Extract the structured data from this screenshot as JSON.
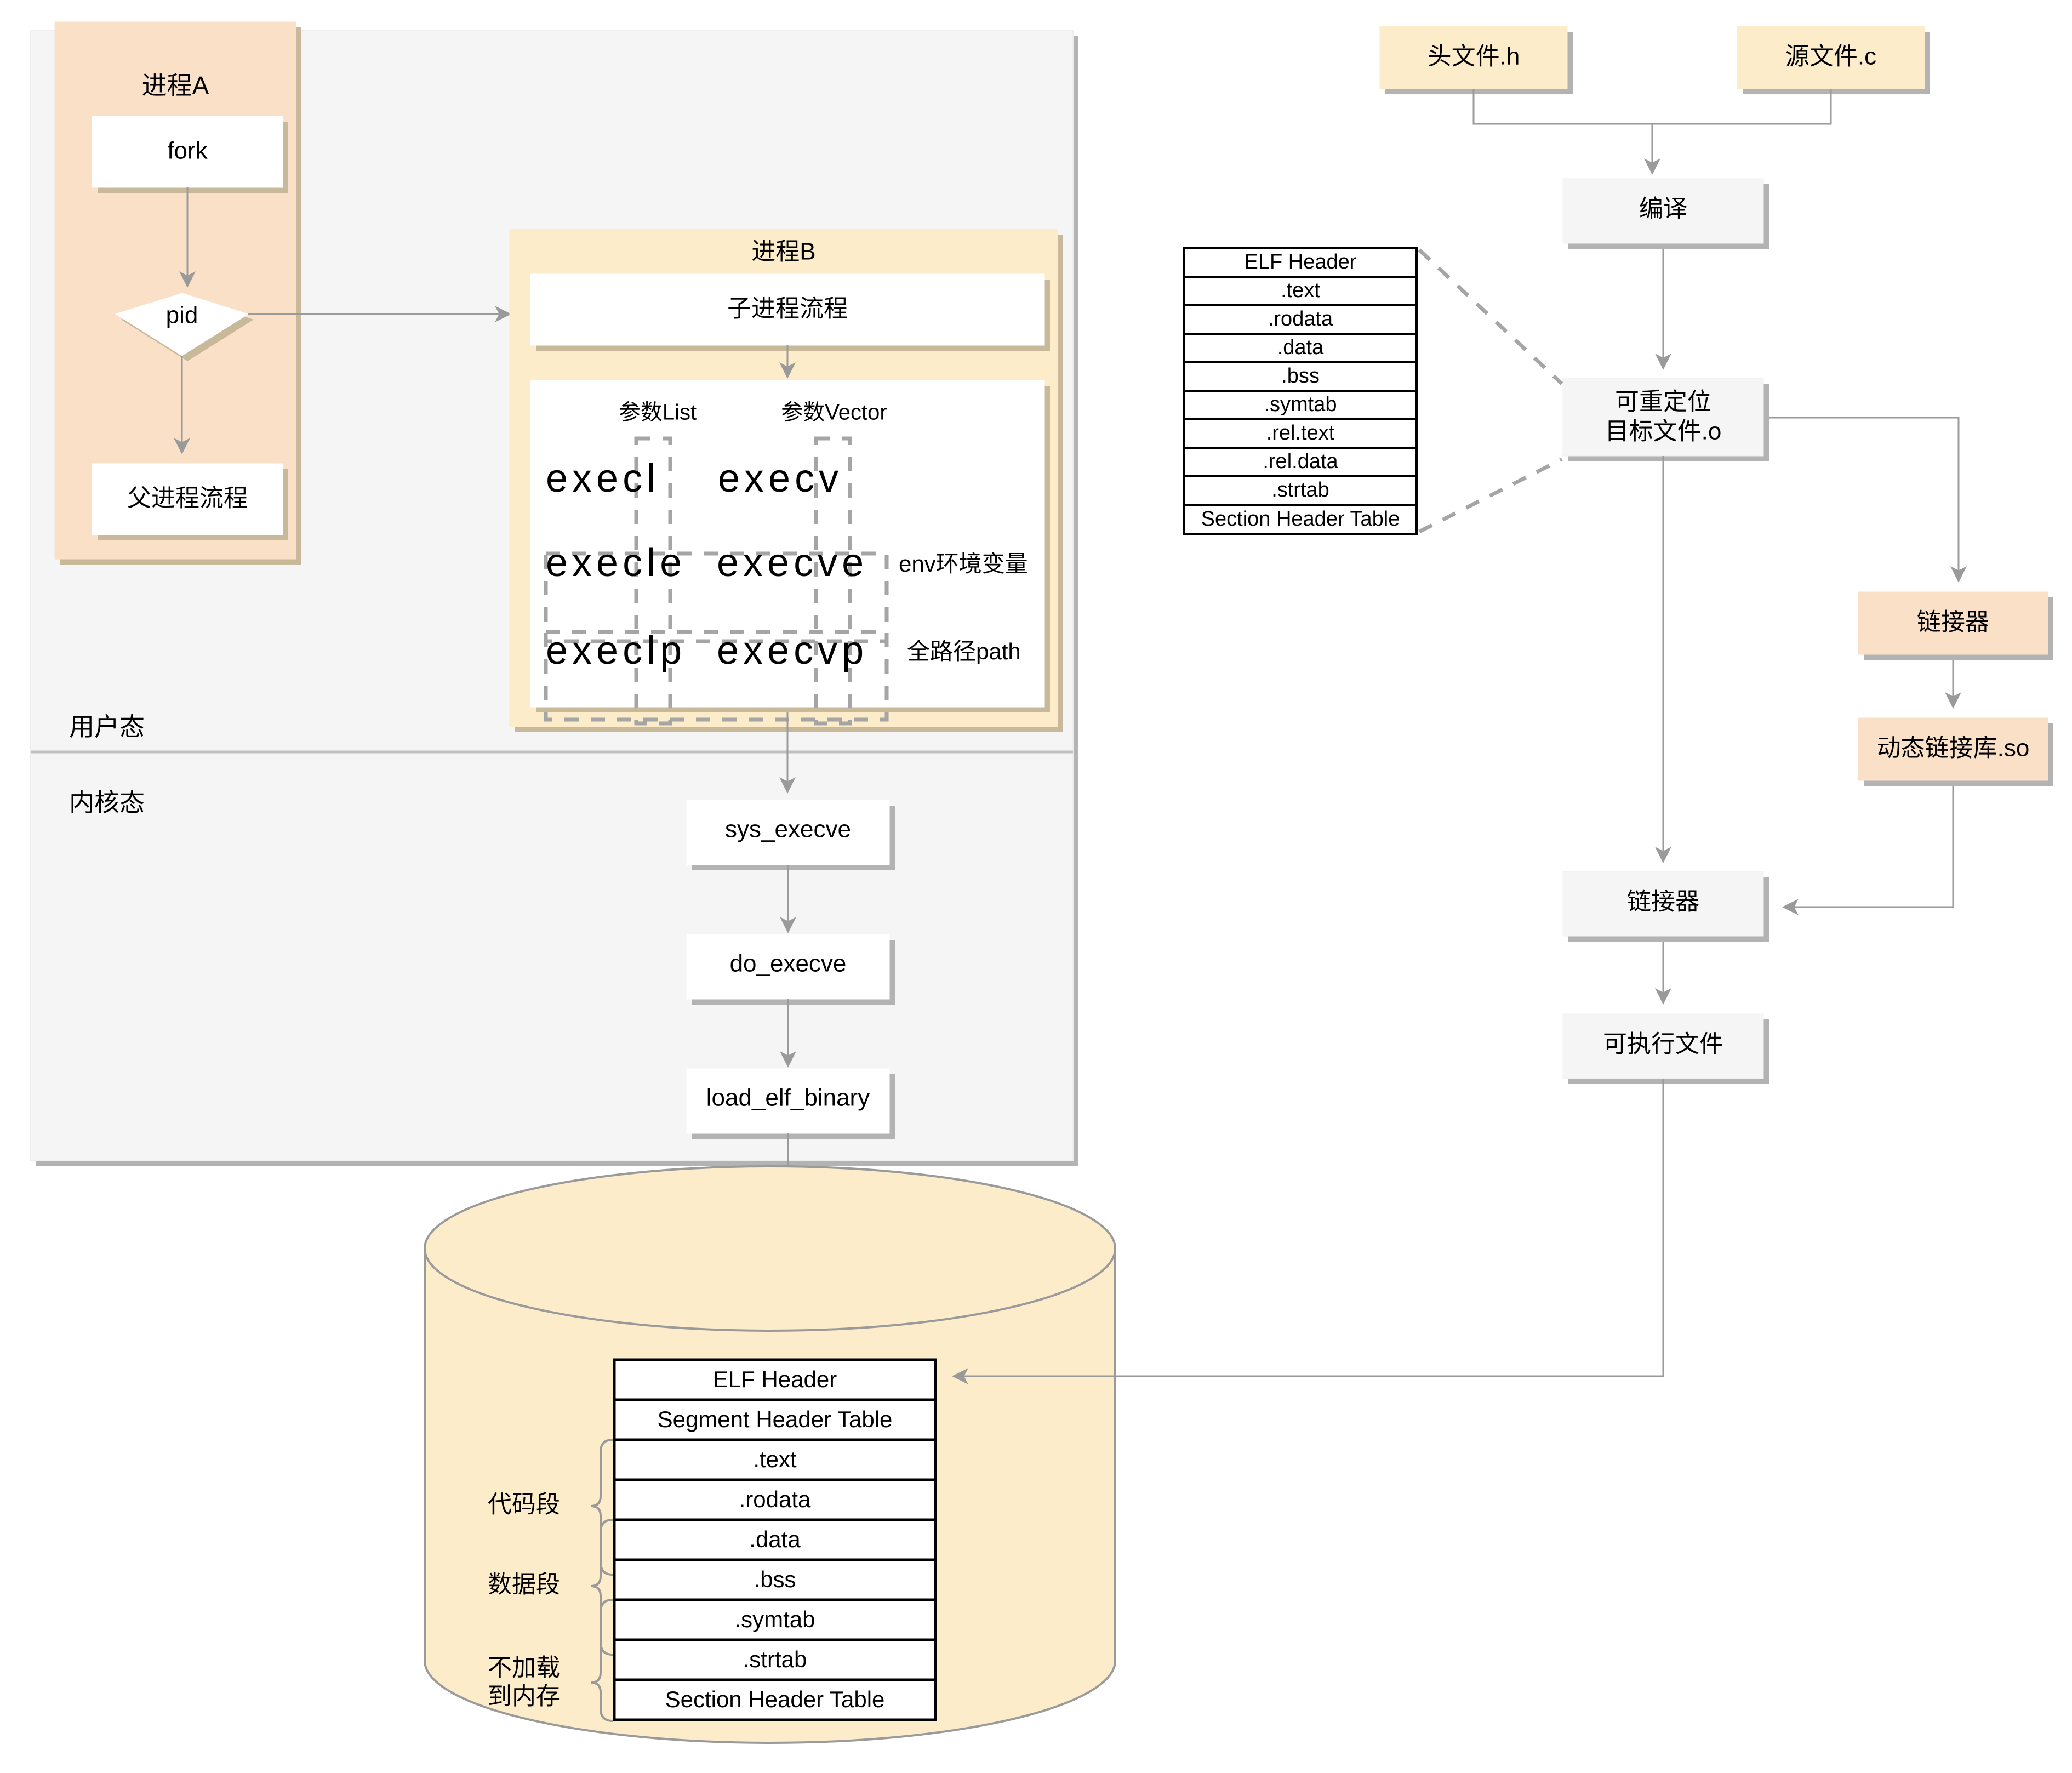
{
  "user_kernel": {
    "user_mode_label": "用户态",
    "kernel_mode_label": "内核态"
  },
  "process_a": {
    "title": "进程A",
    "fork_label": "fork",
    "pid_label": "pid",
    "parent_flow_label": "父进程流程"
  },
  "process_b": {
    "title": "进程B",
    "child_flow_label": "子进程流程",
    "arg_list_label": "参数List",
    "arg_vector_label": "参数Vector",
    "exec_rows": [
      {
        "list": "execl",
        "vector": "execv",
        "note": ""
      },
      {
        "list": "execle",
        "vector": "execve",
        "note": "env环境变量"
      },
      {
        "list": "execlp",
        "vector": "execvp",
        "note": "全路径path"
      }
    ]
  },
  "kernel_chain": [
    "sys_execve",
    "do_execve",
    "load_elf_binary"
  ],
  "compile_chain": {
    "header_file": "头文件.h",
    "source_file": "源文件.c",
    "compile": "编译",
    "relocatable_object": "可重定位\n目标文件.o",
    "relocatable_object_line1": "可重定位",
    "relocatable_object_line2": "目标文件.o",
    "linker_right": "链接器",
    "shared_object": "动态链接库.so",
    "linker_main": "链接器",
    "executable": "可执行文件"
  },
  "object_file_table": {
    "rows": [
      "ELF Header",
      ".text",
      ".rodata",
      ".data",
      ".bss",
      ".symtab",
      ".rel.text",
      ".rel.data",
      ".strtab",
      "Section Header Table"
    ]
  },
  "memory_image": {
    "rows": [
      "ELF Header",
      "Segment Header Table",
      ".text",
      ".rodata",
      ".data",
      ".bss",
      ".symtab",
      ".strtab",
      "Section Header Table"
    ],
    "groups": [
      {
        "label": "代码段",
        "lines": [
          "代码段"
        ]
      },
      {
        "label": "数据段",
        "lines": [
          "数据段"
        ]
      },
      {
        "label": "不加载到内存",
        "lines": [
          "不加载",
          "到内存"
        ]
      }
    ]
  },
  "colors": {
    "peach": "#fbe0c8",
    "cream": "#fcecc9",
    "gray_panel": "#f5f5f5",
    "box_white": "#ffffff",
    "stroke_gray": "#9a9a9a",
    "shadow": "#b3b3b3",
    "shadow_warm": "#c8b99b"
  }
}
